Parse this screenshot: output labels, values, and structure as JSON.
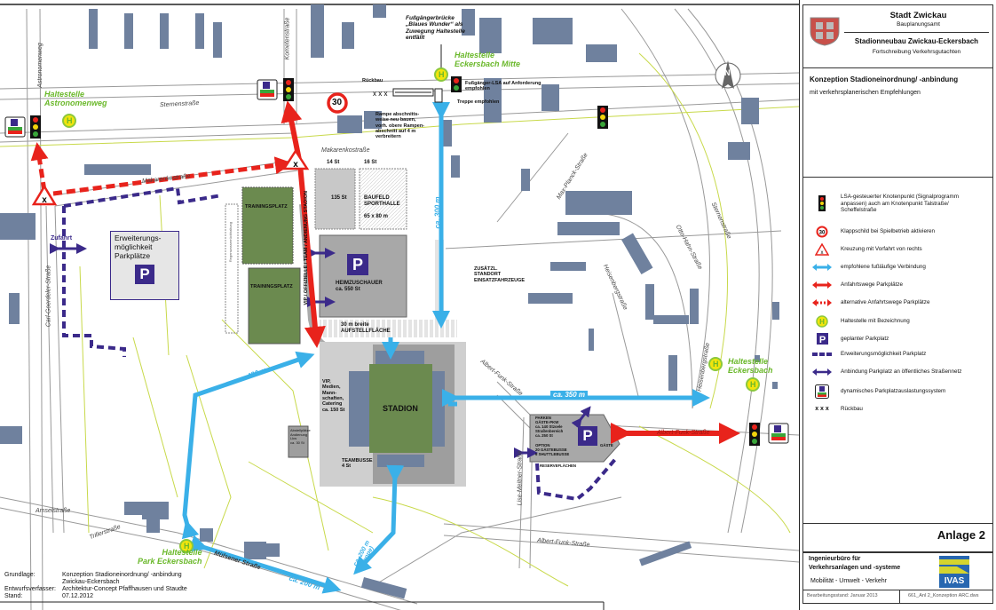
{
  "title_block": {
    "city": "Stadt Zwickau",
    "office": "Bauplanungsamt",
    "project": "Stadionneubau Zwickau-Eckersbach",
    "subtitle": "Fortschreibung Verkehrsgutachten",
    "plan_title": "Konzeption Stadioneinordnung/ -anbindung",
    "plan_subtitle": "mit verkehrsplanerischen Empfehlungen"
  },
  "legend": [
    {
      "icon": "traffic-light-icon",
      "text": "LSA-gesteuerter Knotenpunkt (Signalprogramm anpassen) auch am Knotenpunkt Talstraße/ Scheffelstraße"
    },
    {
      "icon": "speed-30-sign-icon",
      "text": "Klappschild bei Spielbetrieb aktivieren"
    },
    {
      "icon": "priority-right-sign-icon",
      "text": "Kreuzung mit Vorfahrt von rechts"
    },
    {
      "icon": "blue-arrow-icon",
      "text": "empfohlene fußläufige Verbindung"
    },
    {
      "icon": "red-arrow-icon",
      "text": "Anfahrtswege Parkplätze"
    },
    {
      "icon": "red-dashed-arrow-icon",
      "text": "alternative Anfahrtswege Parkplätze"
    },
    {
      "icon": "bus-stop-icon",
      "text": "Haltestelle mit Bezeichnung"
    },
    {
      "icon": "parking-icon",
      "text": "geplanter Parkplatz"
    },
    {
      "icon": "purple-dashed-line-icon",
      "text": "Erweiterungsmöglichkeit Parkplatz"
    },
    {
      "icon": "purple-arrow-icon",
      "text": "Anbindung Parkplatz an öffentliches Straßennetz"
    },
    {
      "icon": "parking-guidance-icon",
      "text": "dynamisches Parkplatzauslastungssystem"
    },
    {
      "icon": "demolition-x-icon",
      "text": "Rückbau",
      "symbol": "x x x"
    }
  ],
  "annex": "Anlage 2",
  "engineer": {
    "name_line1": "Ingenieurbüro für",
    "name_line2": "Verkehrsanlagen und -systeme",
    "tagline": "Mobilität - Umwelt - Verkehr",
    "logo_text": "IVAS",
    "status": "Bearbeitungsstand: Januar 2013",
    "file": "661_Anl 2_Konzeption ARC.dws"
  },
  "footer": {
    "rows": [
      {
        "label": "Grundlage:",
        "value": "Konzeption Stadioneinordnung/ -anbindung"
      },
      {
        "label": "",
        "value": "Zwickau-Eckersbach"
      },
      {
        "label": "Entwurfsverfasser:",
        "value": "Architektur-Concept Pfaffhausen und Staudte"
      },
      {
        "label": "Stand:",
        "value": "07.12.2012"
      }
    ]
  },
  "streets": {
    "astronomenweg": "Astronomenweg",
    "sternenstrasse": "Sternenstraße",
    "kometenstrasse": "Kometenstraße",
    "makarenkostrasse": "Makarenkostraße",
    "makarenkostrasse2": "Makarenkostraße",
    "carl_goerdeler": "Carl-Goerdeler-Straße",
    "amselstrasse": "Amselstraße",
    "trillerstrasse": "Trillerstraße",
    "muelsener": "Mülsener Straße",
    "max_planck": "Max-Planck-Straße",
    "otto_hahn": "Otto-Hahn-Straße",
    "sternenstrasse_east": "Sternenstraße",
    "heisenberg1": "Heisenbergstraße",
    "heisenberg2": "Heisenbergstraße",
    "albert_funk1": "Albert-Funk-Straße",
    "albert_funk2": "Albert-Funk-Straße",
    "albert_funk3": "Albert-Funk-Straße",
    "lise_meitner": "Lise-Meitner-Straße"
  },
  "stops": {
    "astronomenweg": "Haltestelle\nAstronomenweg",
    "eckersbach_mitte": "Haltestelle\nEckersbach Mitte",
    "park_eckersbach": "Haltestelle\nPark Eckersbach",
    "eckersbach": "Haltestelle\nEckersbach",
    "h": "H"
  },
  "distances": {
    "d300": "ca. 300 m",
    "d350": "ca. 350 m",
    "d430": "ca. 430 m",
    "d200": "ca. 200 m",
    "d200t": "ca. 200 m\n(Treppe)"
  },
  "annotations": {
    "bridge": "Fußgängerbrücke\n„Blaues Wunder“ als\nZuwegung Haltestelle\nentfällt",
    "ped_lsa": "Fußgänger-LSA auf Anforderung\nempfohlen",
    "stairs": "Treppe empfohlen",
    "rueckbau": "Rückbau",
    "ramp": "Rampe abschnitts-\nweise neu bauen,\nvorh. obere Rampen-\nabschnitt auf 4 m\nverbreitern",
    "speed": "30"
  },
  "areas": {
    "p14": "14 St",
    "p16": "16 St",
    "p135": "135 St",
    "baufeld": "BAUFELD\nSPORTHALLE\n\n65 x 80 m",
    "heim": "HEIMZUSCHAUER\nca. 550 St",
    "training1": "TRAININGSPLATZ",
    "training2": "TRAININGSPLATZ",
    "vip_road": "VIP / OFFIZIELLE / TEAM / ANDIENUNG STADION",
    "aufstell": "30 m breite\nAUFSTELLFLÄCHE",
    "stadion": "STADION",
    "vip": "VIP,\nMedien,\nMann-\nschaften,\nCatering\nca. 150 St",
    "teambus": "TEAMBUSSE\n4 St",
    "abstell": "Abstellplätze\nAndienung\nLkw\nca. 30 St",
    "regen": "Regenwasserrückhaltung",
    "einsatz": "ZUSÄTZL.\nSTANDORT\nEINSATZFAHRZEUGE",
    "erweiterung": "Erweiterungs-\nmöglichkeit\nParkplätze",
    "zufahrt": "Zufahrt",
    "gaeste_parken": "PARKEN\nGÄSTE-PKW\nca. 140 Stzoele\nStraßenbereich\nca. 250 St",
    "gaeste_option": "OPTION\n20 GÄSTEBUSSE\n6 SHUTTLEBUSSE",
    "gaeste": "GÄSTE",
    "reserve": "RESERVEFLÄCHEN",
    "p": "P",
    "north": "N"
  },
  "colors": {
    "building": "#6f819e",
    "field": "#6b8a4f",
    "walk": "#3ab0e8",
    "drive": "#e8231c",
    "parking": "#3b2a8a",
    "stop_green": "#6ab82a"
  }
}
